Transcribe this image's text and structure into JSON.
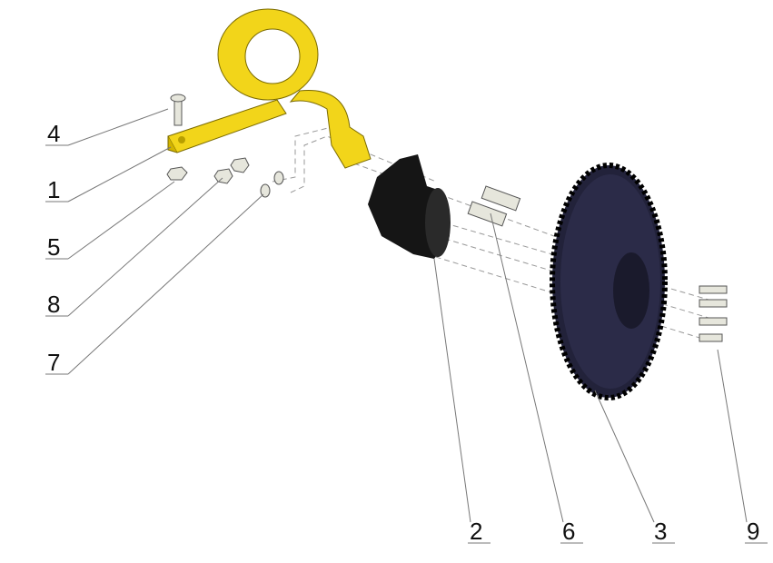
{
  "diagram": {
    "type": "exploded-parts-view",
    "callouts": [
      {
        "id": "part-4",
        "label": "4"
      },
      {
        "id": "part-1",
        "label": "1"
      },
      {
        "id": "part-5",
        "label": "5"
      },
      {
        "id": "part-8",
        "label": "8"
      },
      {
        "id": "part-7",
        "label": "7"
      },
      {
        "id": "part-2",
        "label": "2"
      },
      {
        "id": "part-6",
        "label": "6"
      },
      {
        "id": "part-3",
        "label": "3"
      },
      {
        "id": "part-9",
        "label": "9"
      }
    ],
    "colors": {
      "arm": "#f2d51a",
      "hub": "#151515",
      "disc": "#22223a",
      "hardware": "#e6e6dc"
    }
  }
}
